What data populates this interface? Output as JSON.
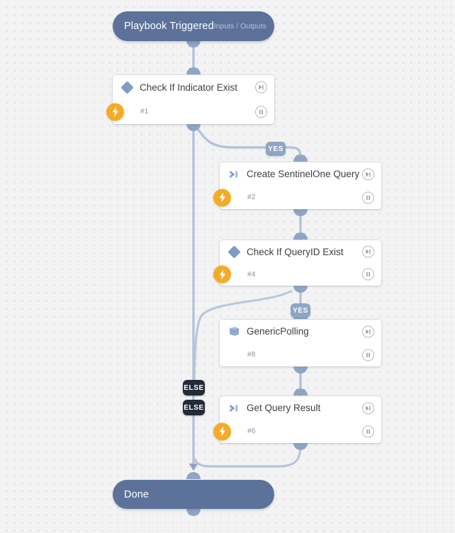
{
  "canvas": {
    "background_color": "#f2f3f2",
    "dot_color": "#c9cbc9",
    "accent_node_color": "#5c729b",
    "accent_wire_color": "#b3c3da",
    "accent_badge_color": "#8fa5c6",
    "accent_else_color": "#242b38",
    "accent_bolt_color": "#f4ab28",
    "accent_diamond_color": "#7f9cc4"
  },
  "start_node": {
    "title": "Playbook Triggered",
    "meta": "Inputs / Outputs"
  },
  "end_node": {
    "title": "Done"
  },
  "tasks": [
    {
      "title": "Check If Indicator Exist",
      "number": "#1",
      "icon": "diamond-condition-icon",
      "has_bolt": true,
      "play_icon": "skip-next-icon",
      "pause_icon": "pause-icon"
    },
    {
      "title": "Create SentinelOne Query",
      "number": "#2",
      "icon": "chevron-command-icon",
      "has_bolt": true,
      "play_icon": "skip-next-icon",
      "pause_icon": "pause-icon"
    },
    {
      "title": "Check If QueryID Exist",
      "number": "#4",
      "icon": "diamond-condition-icon",
      "has_bolt": true,
      "play_icon": "skip-next-icon",
      "pause_icon": "pause-icon"
    },
    {
      "title": "GenericPolling",
      "number": "#8",
      "icon": "playbook-book-icon",
      "has_bolt": false,
      "play_icon": "skip-next-icon",
      "pause_icon": "pause-icon"
    },
    {
      "title": "Get Query Result",
      "number": "#6",
      "icon": "chevron-command-icon",
      "has_bolt": true,
      "play_icon": "skip-next-icon",
      "pause_icon": "pause-icon"
    }
  ],
  "branch_labels": [
    {
      "text": "YES",
      "kind": "yes"
    },
    {
      "text": "YES",
      "kind": "yes"
    },
    {
      "text": "ELSE",
      "kind": "else"
    },
    {
      "text": "ELSE",
      "kind": "else"
    }
  ]
}
